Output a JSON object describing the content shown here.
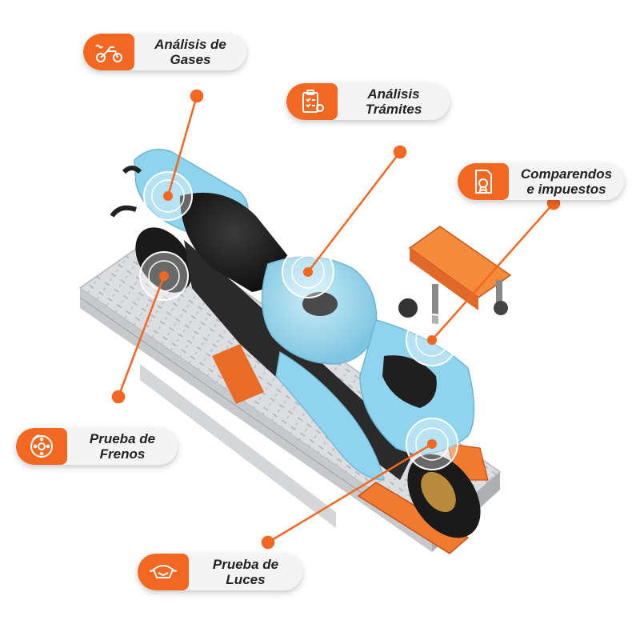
{
  "labels": {
    "gases": {
      "line1": "Análisis de",
      "line2": "Gases",
      "icon": "motorcycle-smoke-icon"
    },
    "tramites": {
      "line1": "Análisis",
      "line2": "Trámites",
      "icon": "clipboard-checklist-icon"
    },
    "comparendos": {
      "line1": "Comparendos",
      "line2": "e impuestos",
      "icon": "document-seal-icon"
    },
    "frenos": {
      "line1": "Prueba de",
      "line2": "Frenos",
      "icon": "brake-disc-icon"
    },
    "luces": {
      "line1": "Prueba de",
      "line2": "Luces",
      "icon": "headlight-icon"
    }
  },
  "colors": {
    "accent": "#f26722",
    "bike_body": "#8fd3ec",
    "platform": "#d9dadc",
    "pill_bg": "#f4f4f4"
  }
}
